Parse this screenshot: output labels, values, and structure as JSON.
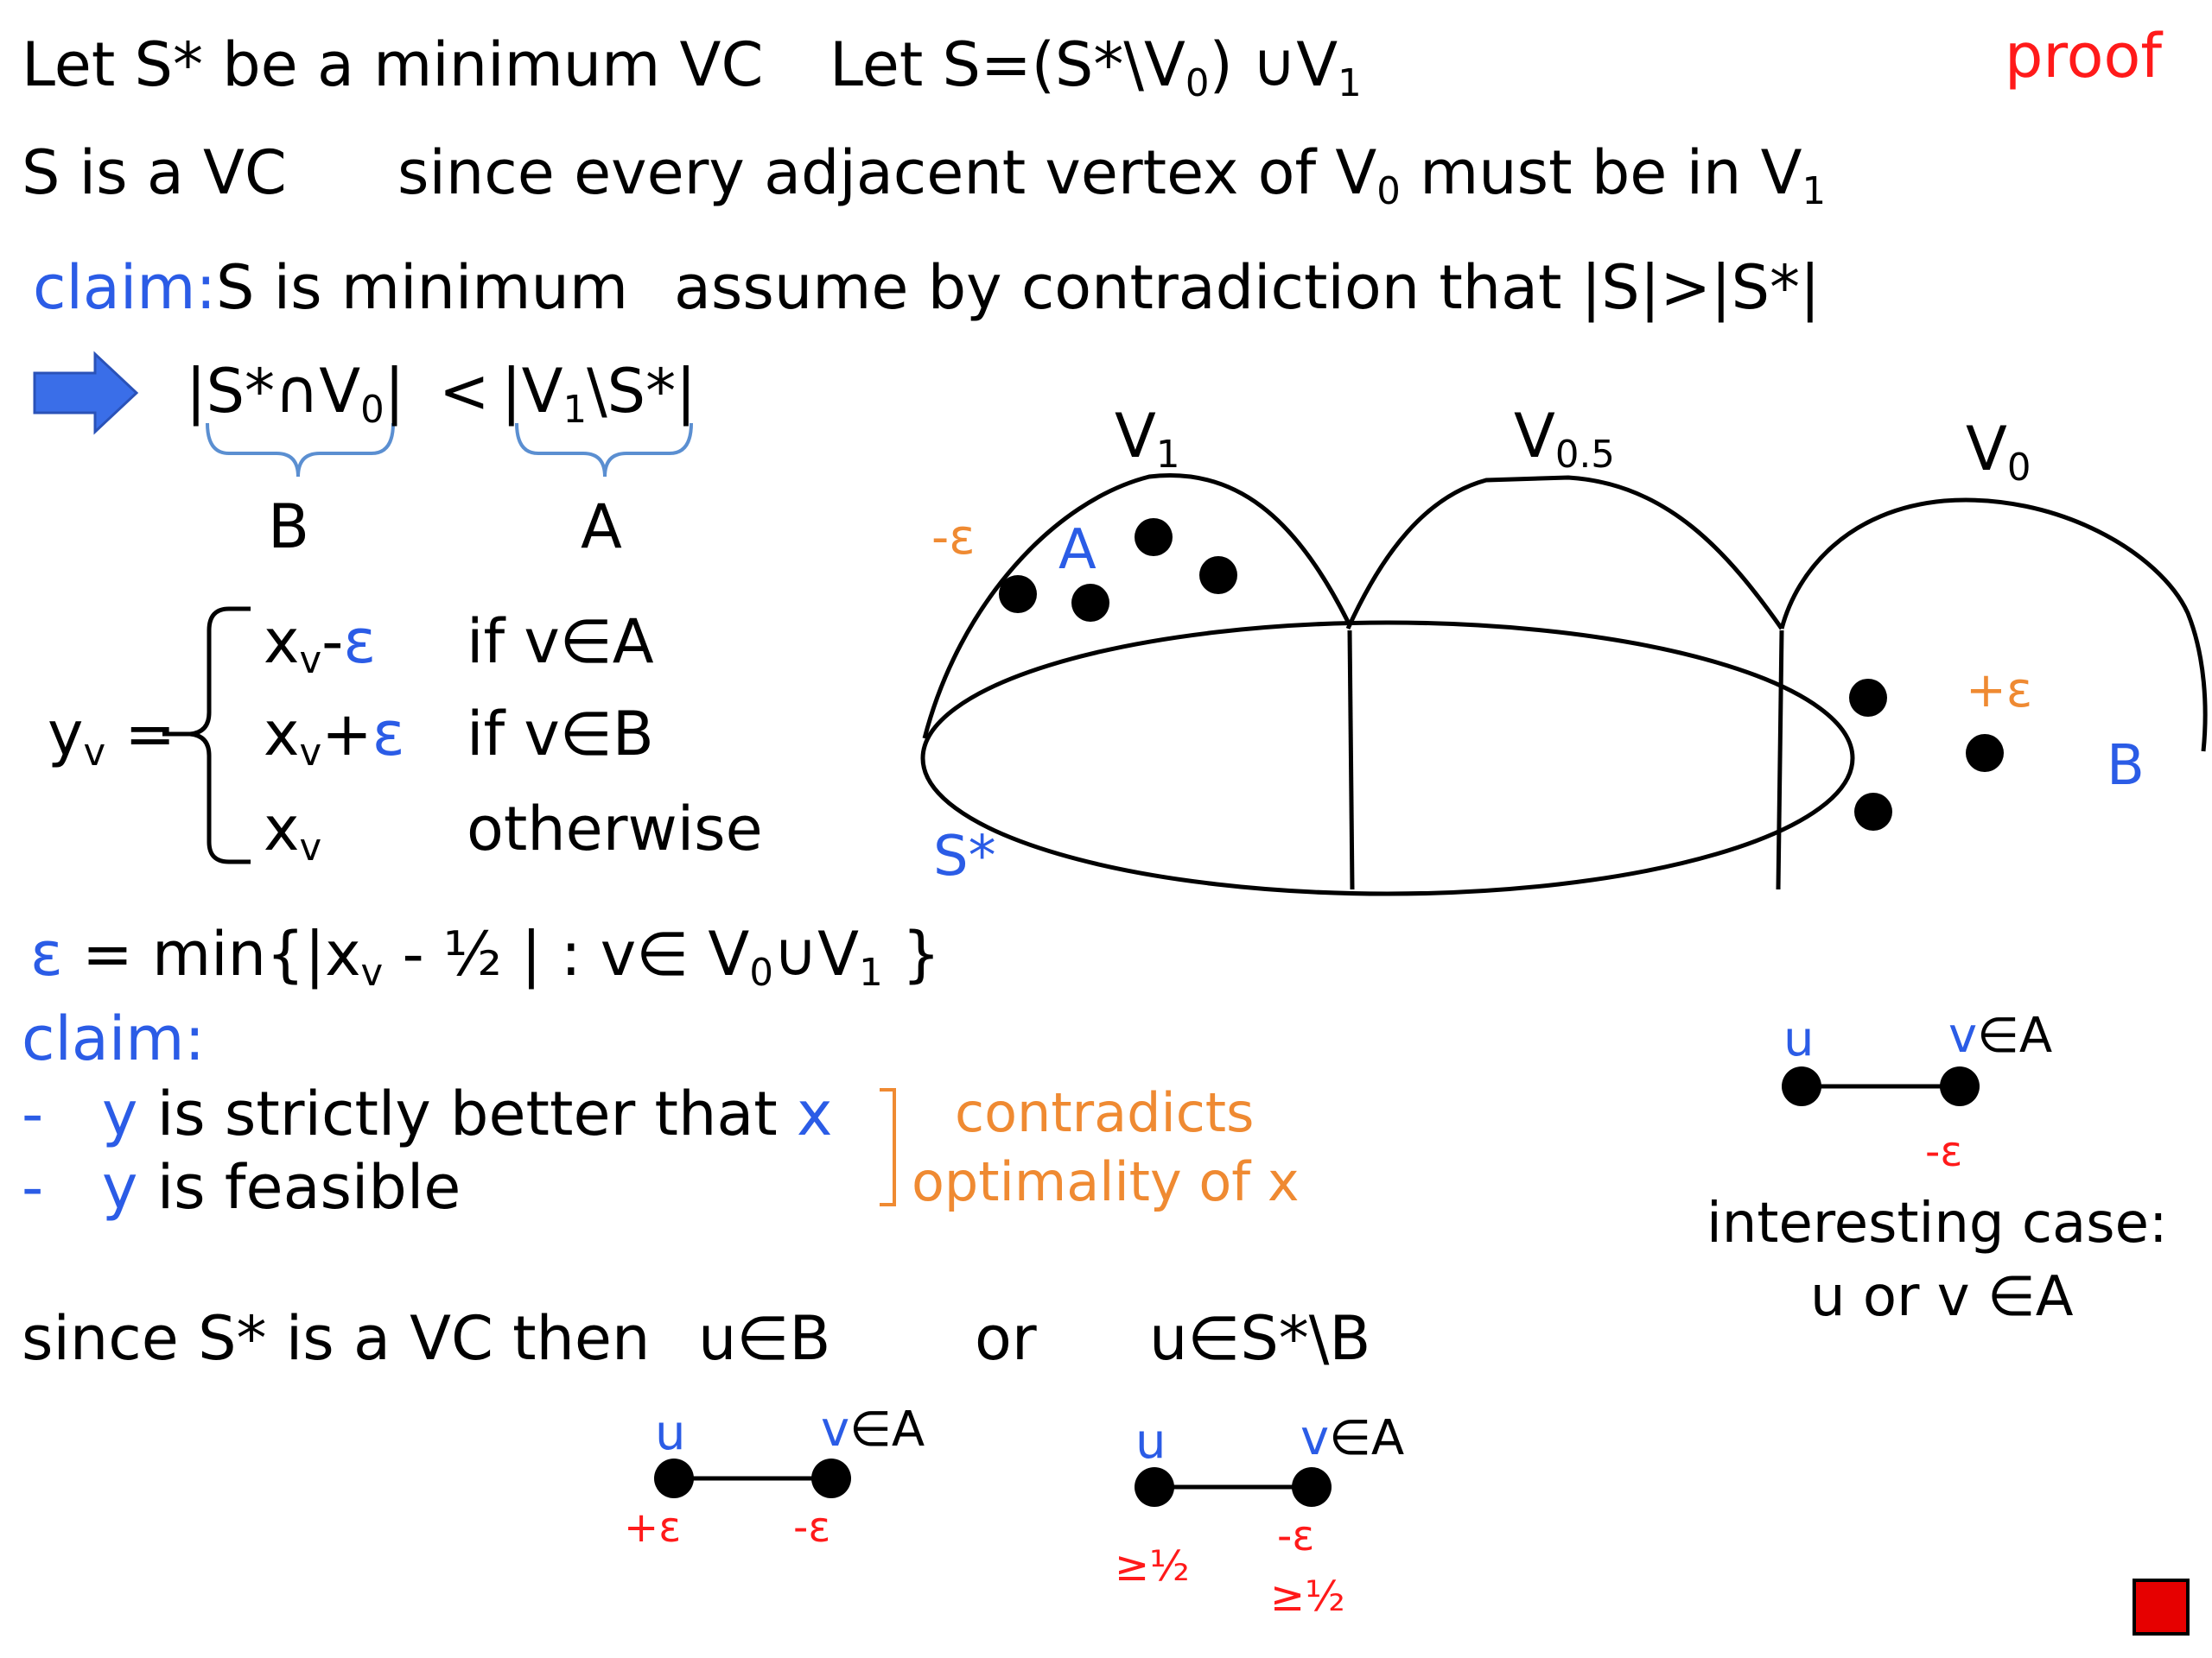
{
  "header": {
    "line1_a": "Let S* be a minimum VC",
    "line1_b_prefix": "Let S=(S*\\V",
    "line1_b_sub0": "0",
    "line1_b_mid": ") ∪V",
    "line1_b_sub1": "1",
    "proof_label": "proof"
  },
  "line2": {
    "a": "S is a VC",
    "b_prefix": "since every adjacent vertex of V",
    "b_sub0": "0",
    "b_mid": " must be in V",
    "b_sub1": "1"
  },
  "line3": {
    "claim": "claim:",
    "a": "S is minimum",
    "b": "assume by contradiction that |S|>|S*|"
  },
  "inequality": {
    "left_prefix": "|S*∩V",
    "left_sub": "0",
    "left_suffix": "|",
    "lt": "<",
    "right_prefix": "|V",
    "right_sub": "1",
    "right_suffix": "\\S*|",
    "brace_left_label": "B",
    "brace_right_label": "A"
  },
  "cases": {
    "lhs_main": "y",
    "lhs_sub": "v",
    "lhs_eq": "=",
    "rows": [
      {
        "x": "x",
        "sub": "v",
        "op": "-",
        "eps": "ε",
        "cond": "if v∈A"
      },
      {
        "x": "x",
        "sub": "v",
        "op": "+",
        "eps": "ε",
        "cond": "if v∈B"
      },
      {
        "x": "x",
        "sub": "v",
        "op": "",
        "eps": "",
        "cond": "otherwise"
      }
    ]
  },
  "epsilon_def": {
    "eps": "ε",
    "text_a": " = min{|x",
    "sub_v": "v",
    "text_b": " - ",
    "half": "½",
    "text_c": " | : v∈ V",
    "sub0": "0",
    "text_d": "∪V",
    "sub1": "1",
    "text_e": " }"
  },
  "claim2": {
    "label": "claim:",
    "dash": "-",
    "item1_y": "y",
    "item1_text": " is strictly better that ",
    "item1_x": "x",
    "item2_y": "y",
    "item2_text": " is feasible",
    "contradicts": "contradicts",
    "optimality": "optimality of ",
    "optimality_x": "x"
  },
  "since_line": {
    "a": "since S* is a VC then",
    "b": "u∈B",
    "or": "or",
    "c": "u∈S*\\B"
  },
  "diagram": {
    "V1_main": "V",
    "V1_sub": "1",
    "V05_main": "V",
    "V05_sub": "0.5",
    "V0_main": "V",
    "V0_sub": "0",
    "minus_eps": "-ε",
    "A": "A",
    "plus_eps": "+ε",
    "B": "B",
    "S_star": "S*"
  },
  "edges": {
    "u": "u",
    "v": "v",
    "in_A": "∈A",
    "e1_u_val": "+ε",
    "e1_v_val": "-ε",
    "e2_u_val": "≥½",
    "e2_v_val1": "-ε",
    "e2_v_val2": "≥½",
    "e3_v_val": "-ε",
    "interesting_1": "interesting case:",
    "interesting_2": "u or v ∈A"
  },
  "colors": {
    "blue": "#2b5ce6",
    "orange": "#ef8a32",
    "red": "#ff1a1a",
    "end_square": "#e60000"
  },
  "icons": [
    "right-arrow-icon",
    "end-of-proof-square-icon"
  ]
}
